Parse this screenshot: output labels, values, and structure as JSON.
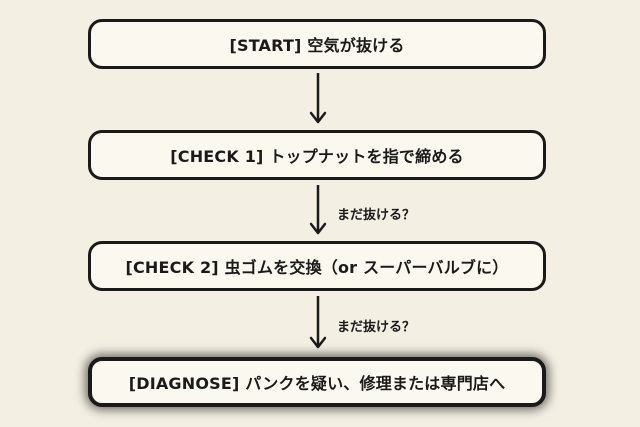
{
  "flowchart": {
    "nodes": [
      {
        "id": "start",
        "label": "[START] 空気が抜ける"
      },
      {
        "id": "check1",
        "label": "[CHECK 1] トップナットを指で締める"
      },
      {
        "id": "check2",
        "label": "[CHECK 2] 虫ゴムを交換（or スーパーバルブに）"
      },
      {
        "id": "diagnose",
        "label": "[DIAGNOSE] パンクを疑い、修理または専門店へ"
      }
    ],
    "edges": [
      {
        "from": "start",
        "to": "check1",
        "label": ""
      },
      {
        "from": "check1",
        "to": "check2",
        "label": "まだ抜ける？"
      },
      {
        "from": "check2",
        "to": "diagnose",
        "label": "まだ抜ける？"
      }
    ]
  }
}
